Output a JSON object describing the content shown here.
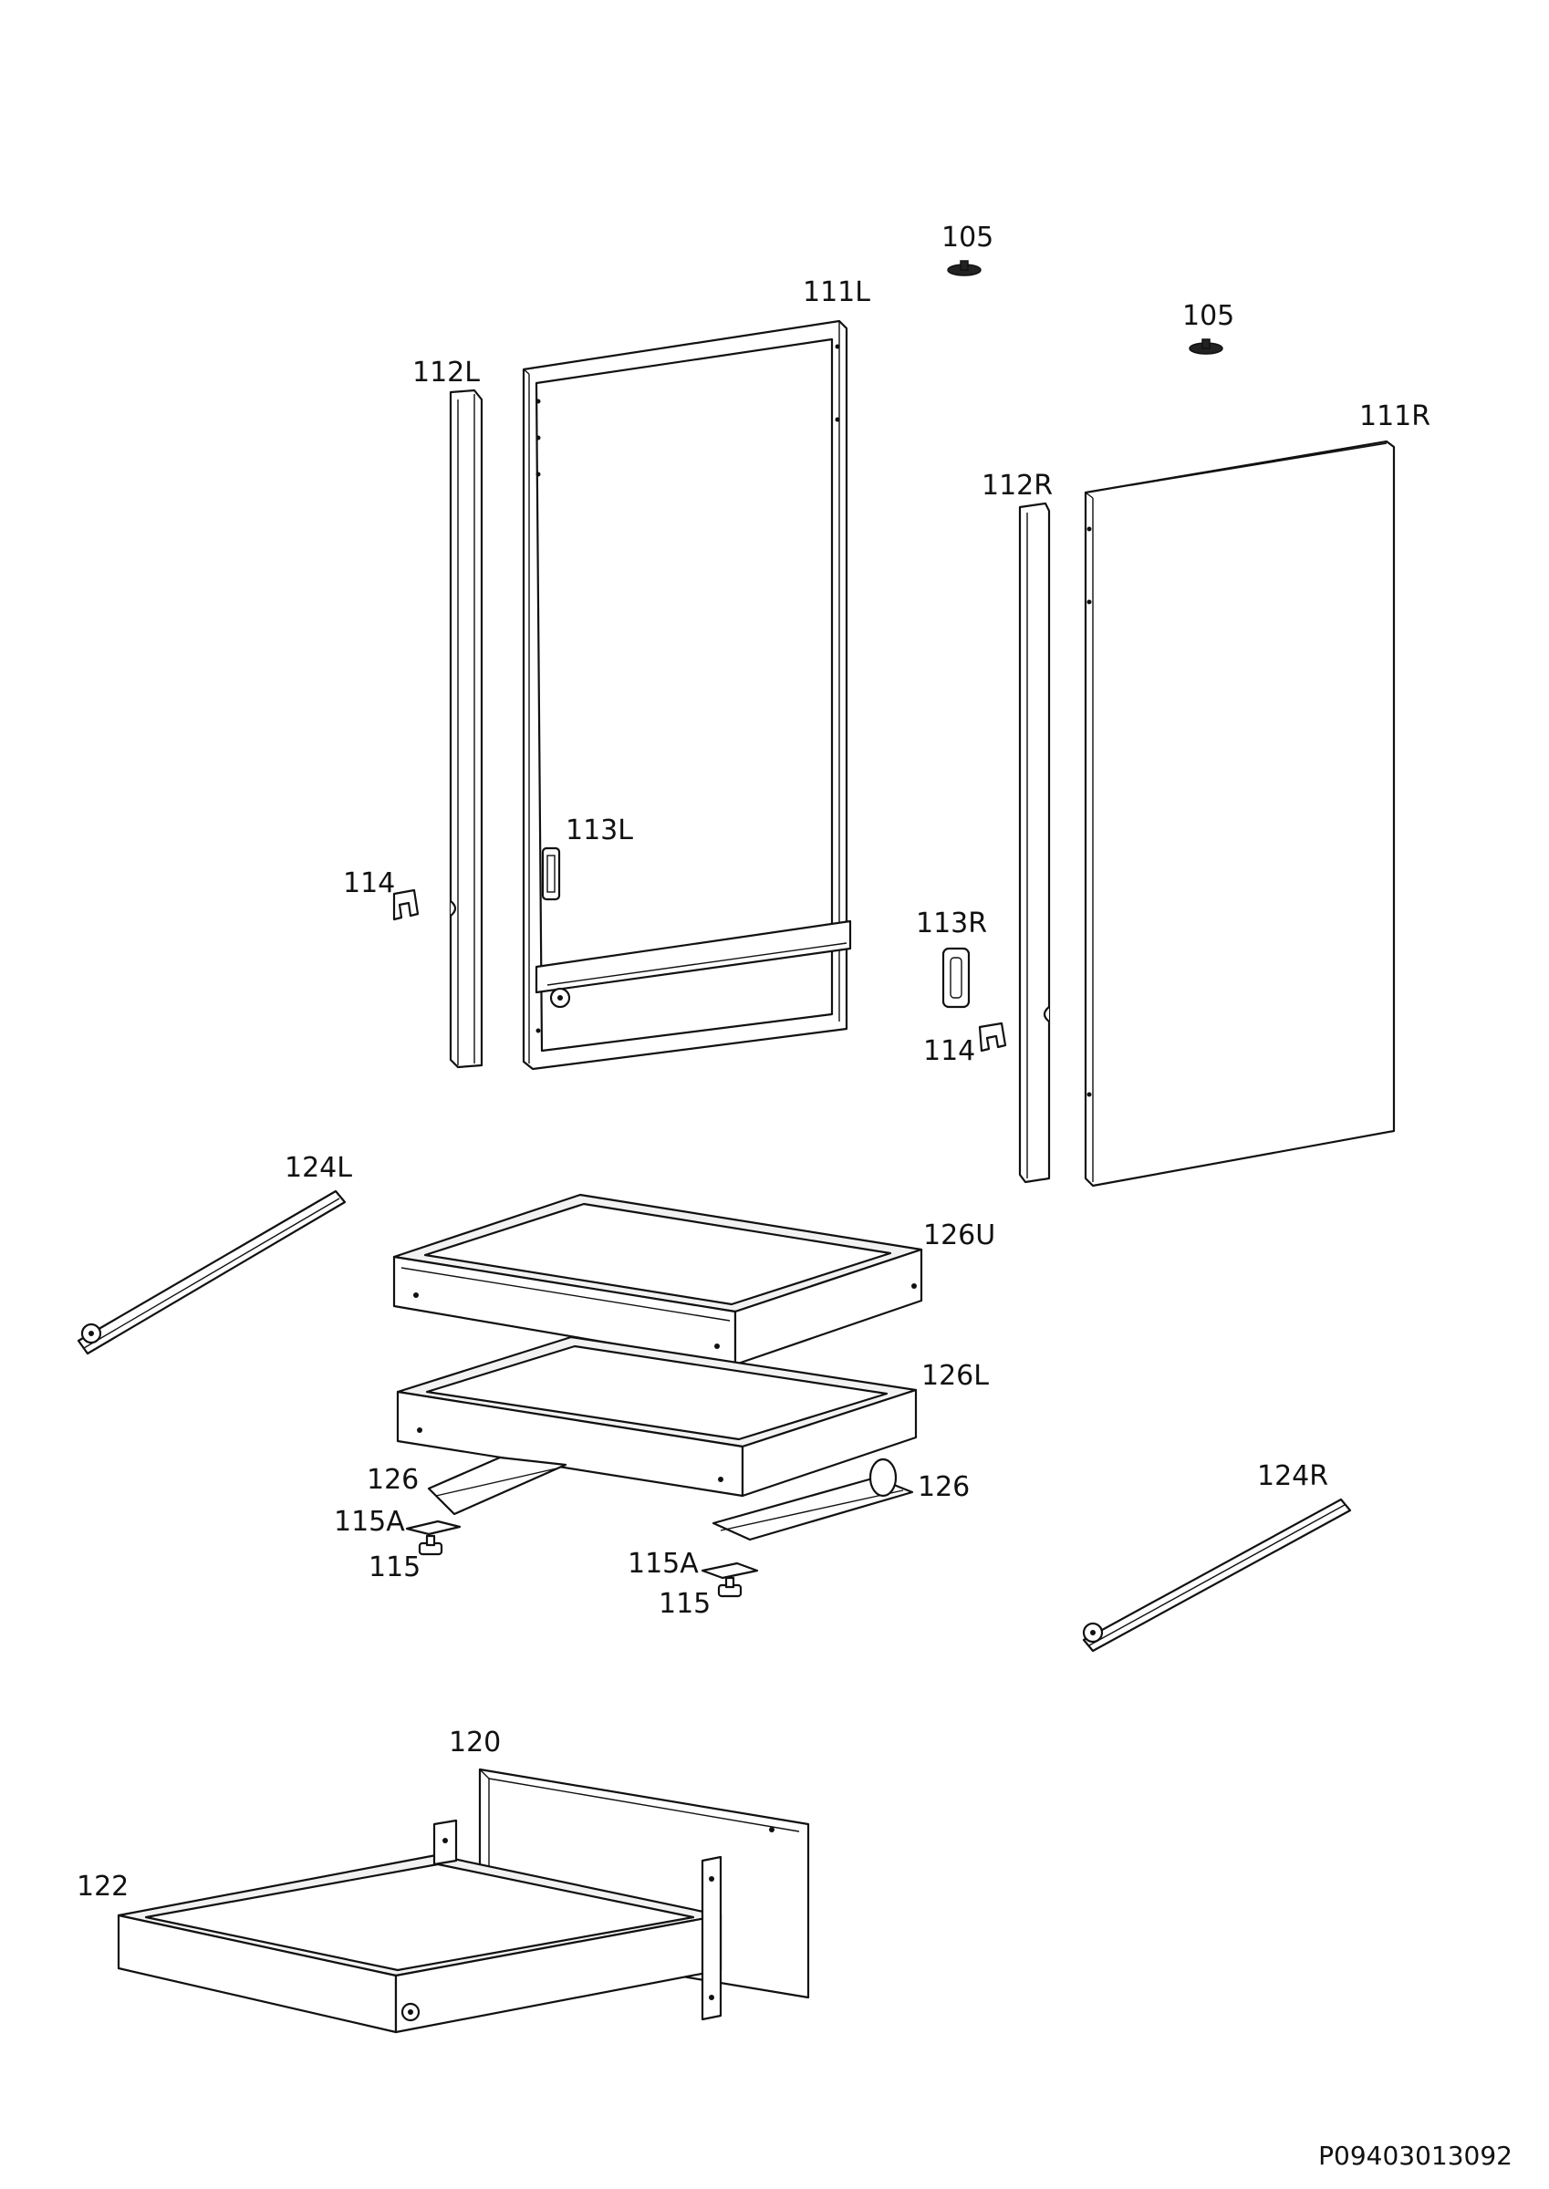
{
  "document_id": "P09403013092",
  "callouts": [
    {
      "id": "c-105a",
      "text": "105"
    },
    {
      "id": "c-105b",
      "text": "105"
    },
    {
      "id": "c-111L",
      "text": "111L"
    },
    {
      "id": "c-111R",
      "text": "111R"
    },
    {
      "id": "c-112L",
      "text": "112L"
    },
    {
      "id": "c-112R",
      "text": "112R"
    },
    {
      "id": "c-113L",
      "text": "113L"
    },
    {
      "id": "c-113R",
      "text": "113R"
    },
    {
      "id": "c-114a",
      "text": "114"
    },
    {
      "id": "c-114b",
      "text": "114"
    },
    {
      "id": "c-124L",
      "text": "124L"
    },
    {
      "id": "c-124R",
      "text": "124R"
    },
    {
      "id": "c-126U",
      "text": "126U"
    },
    {
      "id": "c-126L",
      "text": "126L"
    },
    {
      "id": "c-126a",
      "text": "126"
    },
    {
      "id": "c-126b",
      "text": "126"
    },
    {
      "id": "c-115Aa",
      "text": "115A"
    },
    {
      "id": "c-115Ab",
      "text": "115A"
    },
    {
      "id": "c-115a",
      "text": "115"
    },
    {
      "id": "c-115b",
      "text": "115"
    },
    {
      "id": "c-120",
      "text": "120"
    },
    {
      "id": "c-122",
      "text": "122"
    }
  ]
}
